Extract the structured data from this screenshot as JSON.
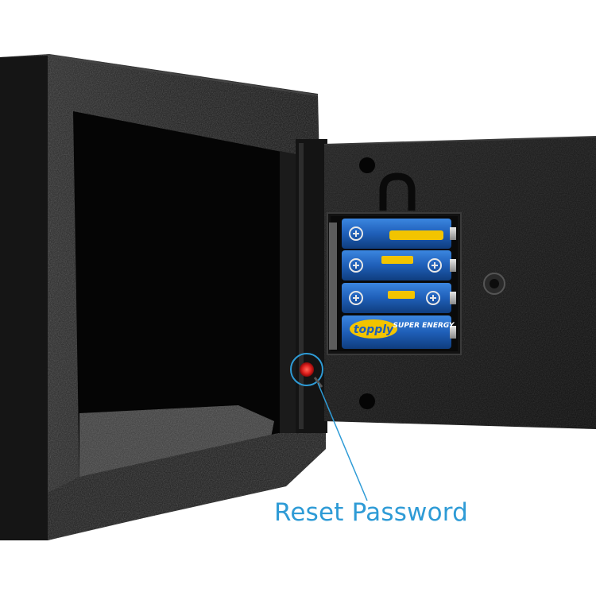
{
  "image": {
    "subject": "electronic safe with open door and battery compartment",
    "callout": {
      "label": "Reset Password",
      "color": "#2E9BD6"
    },
    "batteries": [
      {
        "brand_text": "topply",
        "sub_text": "SUPER ENERGY"
      }
    ],
    "colors": {
      "safe_body": "#1a1a1a",
      "safe_highlight": "#3a3a3a",
      "battery_blue": "#1f5fb8",
      "battery_yellow": "#f2c400",
      "reset_button_red": "#e0201e",
      "carpet": "#3b3b3b"
    },
    "icons": [
      "reset-button-icon",
      "battery-icon",
      "lock-hook-icon"
    ]
  }
}
